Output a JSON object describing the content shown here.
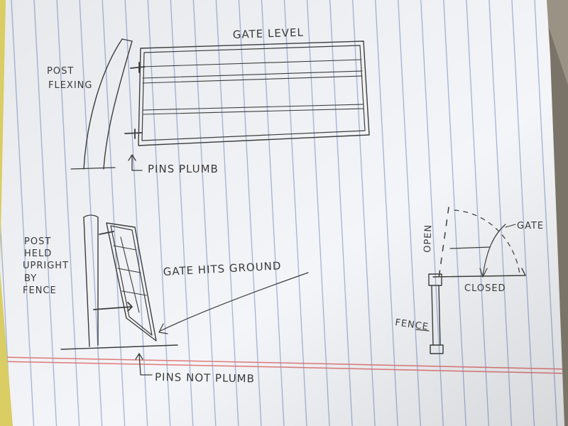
{
  "top_sketch": {
    "title": "GATE LEVEL",
    "post_label_line1": "POST",
    "post_label_line2": "FLEXING",
    "pins_label": "PINS PLUMB"
  },
  "bottom_sketch": {
    "post_label_lines": [
      "POST",
      "HELD",
      "UPRIGHT",
      "BY",
      "FENCE"
    ],
    "gate_label": "GATE HITS GROUND",
    "pins_label": "PINS NOT PLUMB"
  },
  "plan_sketch": {
    "open_label": "OPEN",
    "gate_label": "GATE",
    "closed_label": "CLOSED",
    "fence_label": "FENCE"
  },
  "colors": {
    "paper": "#f4f5f8",
    "rule_blue": "#9fb3d6",
    "margin_red": "#e07a7a",
    "pencil": "#3c3c3c",
    "yellow_pad": "#d9cd63",
    "desk": "#7a7468"
  }
}
